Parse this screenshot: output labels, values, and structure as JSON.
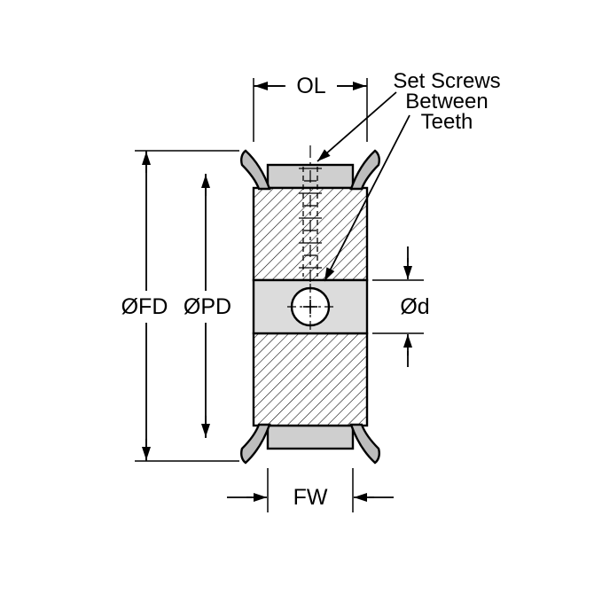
{
  "labels": {
    "overall_length": "OL",
    "flange_diameter": "ØFD",
    "pitch_diameter": "ØPD",
    "bore_diameter": "Ød",
    "face_width": "FW"
  },
  "annotation": {
    "line1": "Set Screws",
    "line2": "Between",
    "line3": "Teeth"
  },
  "colors": {
    "line": "#000000",
    "rim_gray": "#cfcfcf",
    "flange_gray": "#bdbdbd",
    "bore_band_gray": "#dcdcdc",
    "background": "#ffffff"
  }
}
